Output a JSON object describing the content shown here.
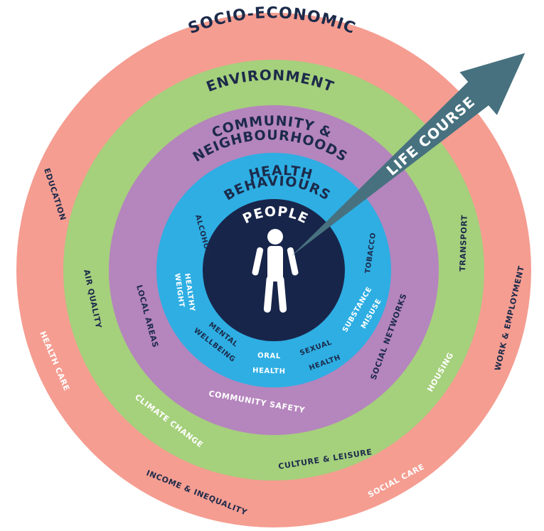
{
  "colors": {
    "socio": "#f59d91",
    "environment": "#a5d07c",
    "community": "#b585bd",
    "behaviours": "#2eaee3",
    "people": "#18254a",
    "arrow": "#47717f",
    "text_dark": "#1c2a4a",
    "text_light": "#ffffff"
  },
  "rings": {
    "socio_title": "SOCIO-ECONOMIC",
    "environment_title": "ENVIRONMENT",
    "community_title_1": "COMMUNITY &",
    "community_title_2": "NEIGHBOURHOODS",
    "behaviours_title_1": "HEALTH",
    "behaviours_title_2": "BEHAVIOURS",
    "people_title": "PEOPLE"
  },
  "arrow_label": "LIFE COURSE",
  "labels": {
    "education": "EDUCATION",
    "health_care": "HEALTH CARE",
    "income": "INCOME & INEQUALITY",
    "social_care": "SOCIAL CARE",
    "work": "WORK & EMPLOYMENT",
    "air_quality": "AIR QUALITY",
    "climate_change": "CLIMATE CHANGE",
    "culture": "CULTURE & LEISURE",
    "housing": "HOUSING",
    "transport": "TRANSPORT",
    "local_areas": "LOCAL AREAS",
    "community_safety": "COMMUNITY SAFETY",
    "social_networks": "SOCIAL NETWORKS",
    "alcohol": "ALCOHOL",
    "healthy_weight_1": "HEALTHY",
    "healthy_weight_2": "WEIGHT",
    "mental_1": "MENTAL",
    "mental_2": "WELLBEING",
    "oral_1": "ORAL",
    "oral_2": "HEALTH",
    "sexual_1": "SEXUAL",
    "sexual_2": "HEALTH",
    "substance_1": "SUBSTANCE",
    "substance_2": "MISUSE",
    "tobacco": "TOBACCO"
  }
}
